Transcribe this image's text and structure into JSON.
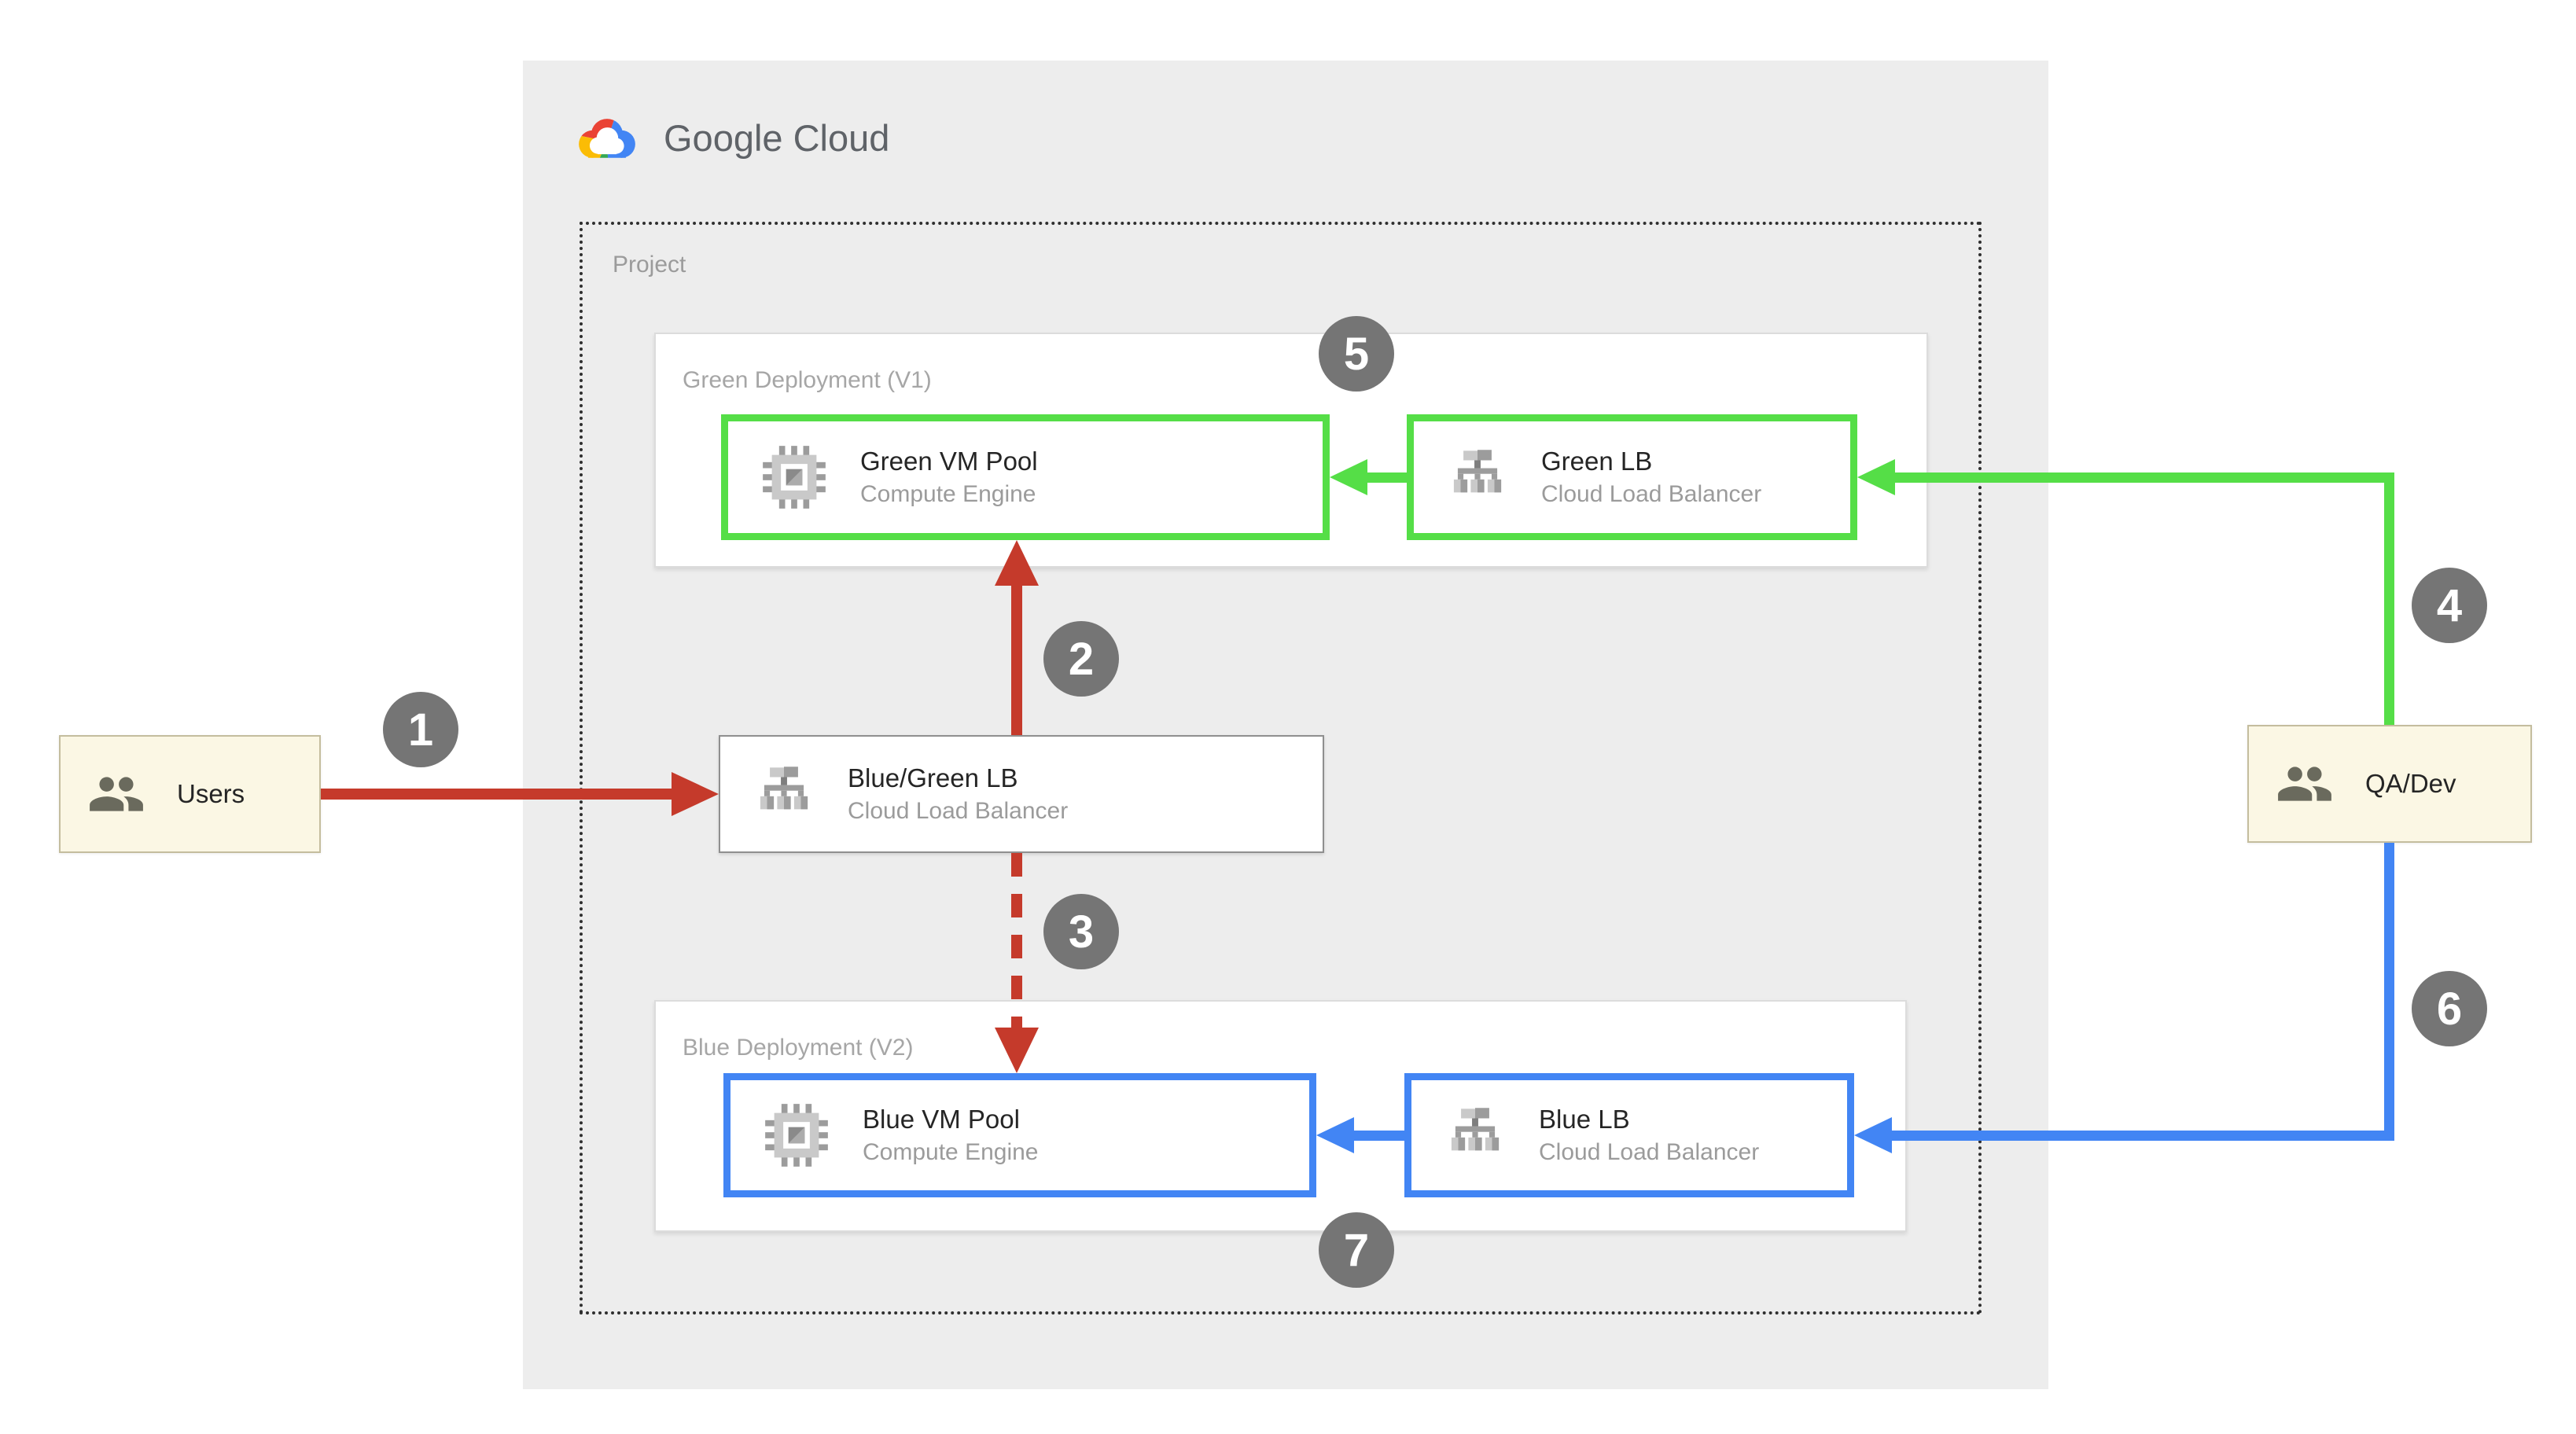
{
  "logo": {
    "text": "Google Cloud",
    "icon": "google-cloud-logo"
  },
  "project": {
    "label": "Project"
  },
  "deployments": {
    "green": {
      "label": "Green Deployment (V1)"
    },
    "blue": {
      "label": "Blue Deployment (V2)"
    }
  },
  "nodes": {
    "green_vm": {
      "title": "Green VM Pool",
      "subtitle": "Compute Engine",
      "icon": "compute-engine-chip-icon"
    },
    "green_lb": {
      "title": "Green LB",
      "subtitle": "Cloud Load Balancer",
      "icon": "load-balancer-tree-icon"
    },
    "bluegreen_lb": {
      "title": "Blue/Green LB",
      "subtitle": "Cloud Load Balancer",
      "icon": "load-balancer-tree-icon"
    },
    "blue_vm": {
      "title": "Blue VM Pool",
      "subtitle": "Compute Engine",
      "icon": "compute-engine-chip-icon"
    },
    "blue_lb": {
      "title": "Blue LB",
      "subtitle": "Cloud Load Balancer",
      "icon": "load-balancer-tree-icon"
    }
  },
  "actors": {
    "users": {
      "label": "Users",
      "icon": "people-icon"
    },
    "qa_dev": {
      "label": "QA/Dev",
      "icon": "people-icon"
    }
  },
  "steps": [
    "1",
    "2",
    "3",
    "4",
    "5",
    "6",
    "7"
  ],
  "colors": {
    "accent_red": "#C53A2B",
    "accent_green": "#55DE47",
    "accent_blue": "#4285F4",
    "badge_gray": "#757575",
    "panel_gray": "#EDEDED",
    "actor_bg": "#FBF7E4",
    "actor_border": "#C4BD9E",
    "muted_text": "#9B9B9B",
    "dark_text": "#252525",
    "logo_text": "#5F6368",
    "box_border_gray": "#8F8F8F",
    "deployment_border": "#DCDCDC",
    "dotted_border": "#2F2F2F",
    "icon_gray_light": "#C9C9C9",
    "icon_gray_mid": "#9C9C9C",
    "icon_gray_dark": "#7E7E7E",
    "people_icon": "#6A6A5D",
    "logo_red": "#EA4335",
    "logo_blue": "#4285F4",
    "logo_yellow": "#FBBC05",
    "logo_green": "#34A853"
  }
}
